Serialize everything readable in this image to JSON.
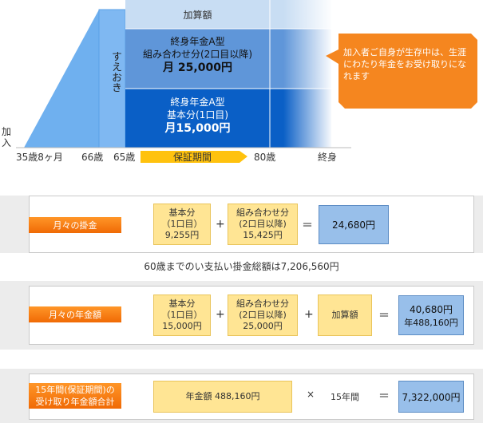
{
  "diagram": {
    "side_label": "加入",
    "suoki": "すえおき",
    "kasan_label": "加算額",
    "mid": {
      "line1": "終身年金A型",
      "line2": "組み合わせ分(2口目以降)",
      "amount": "月 25,000円"
    },
    "bottom": {
      "line1": "終身年金A型",
      "line2": "基本分(1口目)",
      "amount": "月15,000円"
    },
    "callout": "加入者ご自身が生存中は、生涯にわたり年金をお受け取りになれます",
    "axis": {
      "a": "35歳8ヶ月",
      "b": "66歳",
      "c": "65歳",
      "guarantee": "保証期間",
      "d": "80歳",
      "e": "終身"
    }
  },
  "row1": {
    "tag": "月々の掛金",
    "base": [
      "基本分",
      "（1口目）",
      "9,255円"
    ],
    "combo": [
      "組み合わせ分",
      "(2口目以降)",
      "15,425円"
    ],
    "plus": "+",
    "eq": "＝",
    "result": "24,680円"
  },
  "note": "60歳までのい支払い掛金総額は7,206,560円",
  "row2": {
    "tag": "月々の年金額",
    "base": [
      "基本分",
      "（1口目）",
      "15,000円"
    ],
    "combo": [
      "組み合わせ分",
      "(2口目以降)",
      "25,000円"
    ],
    "plus": "+",
    "plus2": "+",
    "kasan": "加算額",
    "eq": "＝",
    "result1": "40,680円",
    "result2": "年488,160円"
  },
  "row3": {
    "tag1": "15年間(保証期間)の",
    "tag2": "受け取り年金額合計",
    "annual": "年金額 488,160円",
    "times": "×",
    "years": "15年間",
    "eq": "＝",
    "result": "7,322,000円"
  },
  "colors": {
    "dark_blue": "#0a5fc6",
    "mid_blue": "#5f96d9",
    "light_blue": "#c8ddf3",
    "orange": "#f5861f"
  }
}
